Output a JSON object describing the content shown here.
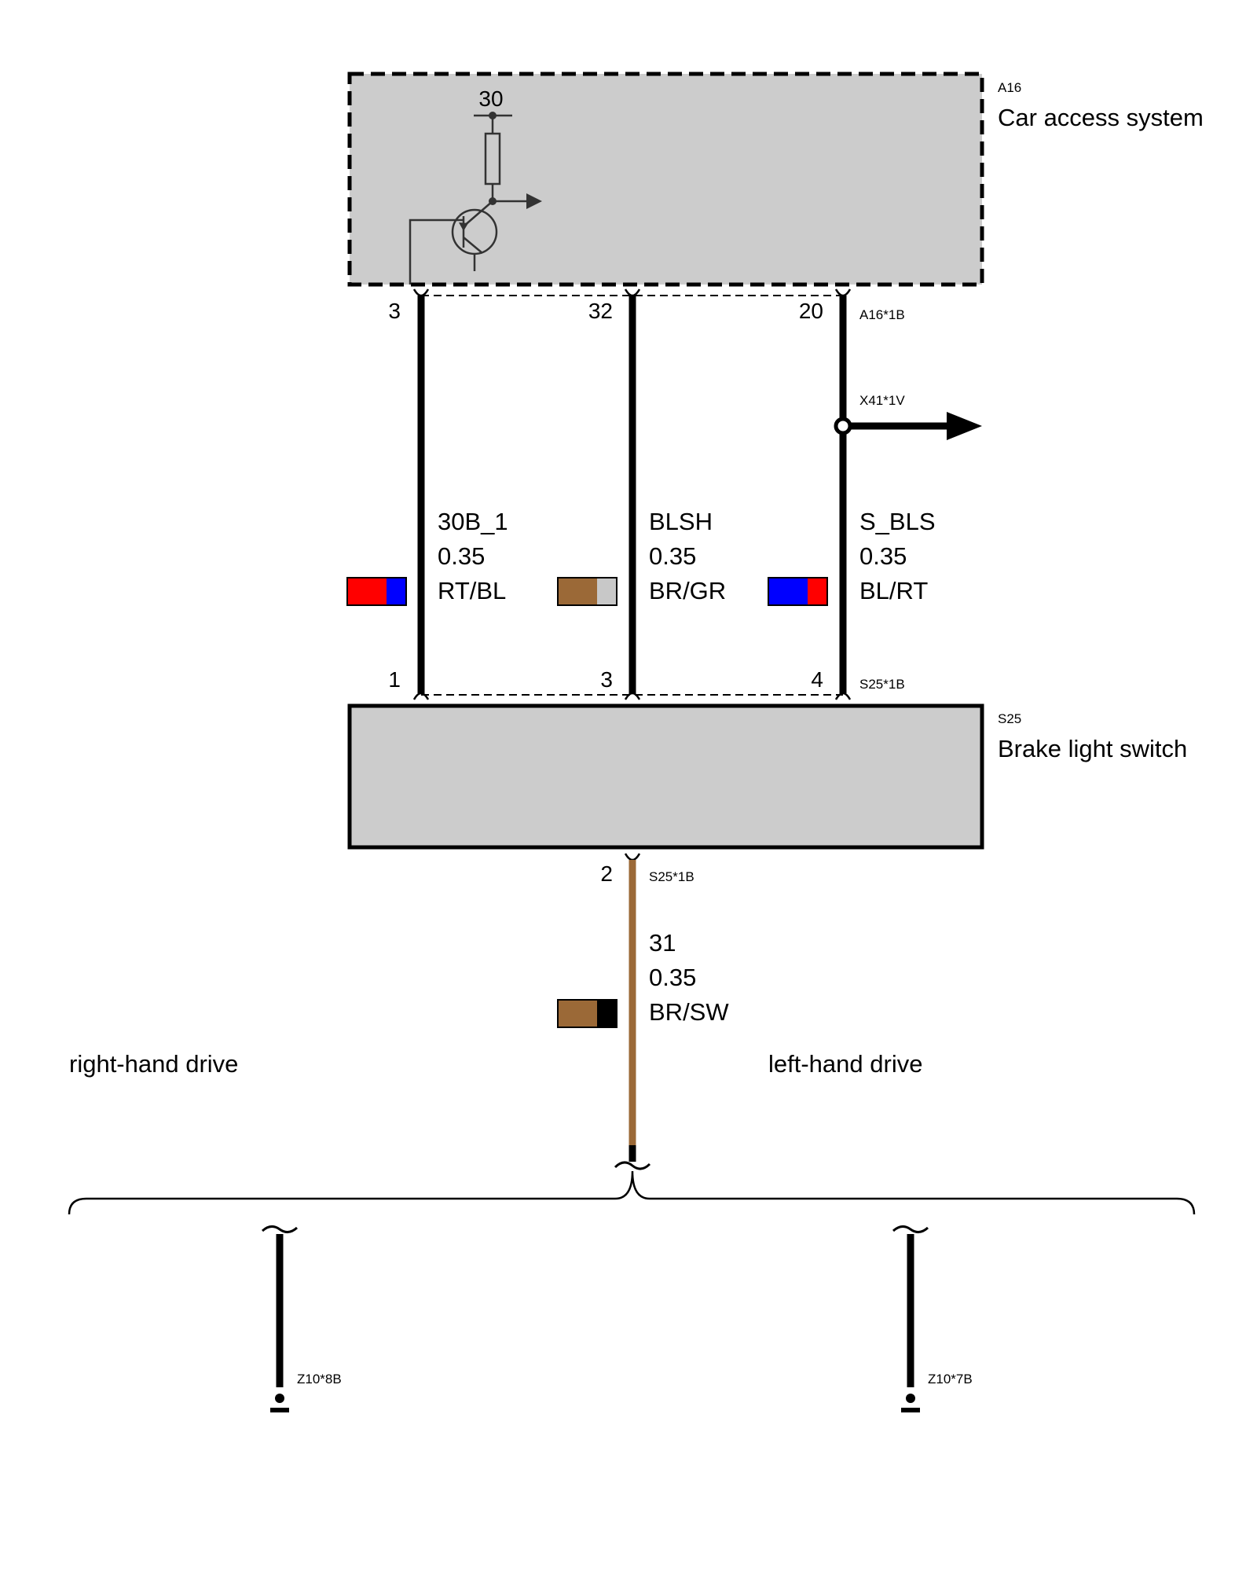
{
  "colors": {
    "module_fill": "#cccccc",
    "red": "#ff0000",
    "blue": "#0000ff",
    "brown": "#9b6937",
    "grey": "#c8c8c8",
    "black": "#000000"
  },
  "a16": {
    "id": "A16",
    "name": "Car access system",
    "terminal_30": "30",
    "connector": "A16*1B",
    "pins": [
      "3",
      "32",
      "20"
    ]
  },
  "s25": {
    "id": "S25",
    "name": "Brake light switch",
    "connector_top": "S25*1B",
    "pins_top": [
      "1",
      "3",
      "4"
    ],
    "pin_bottom": "2",
    "connector_bottom": "S25*1B"
  },
  "x41": {
    "label": "X41*1V"
  },
  "wires": [
    {
      "signal": "30B_1",
      "size": "0.35",
      "color": "RT/BL",
      "swatch": [
        "red",
        "blue"
      ]
    },
    {
      "signal": "BLSH",
      "size": "0.35",
      "color": "BR/GR",
      "swatch": [
        "brown",
        "grey"
      ]
    },
    {
      "signal": "S_BLS",
      "size": "0.35",
      "color": "BL/RT",
      "swatch": [
        "blue",
        "red"
      ]
    },
    {
      "signal": "31",
      "size": "0.35",
      "color": "BR/SW",
      "swatch": [
        "brown",
        "black"
      ]
    }
  ],
  "variants": {
    "right": "right-hand drive",
    "left": "left-hand drive"
  },
  "grounds": {
    "rhd": "Z10*8B",
    "lhd": "Z10*7B"
  }
}
